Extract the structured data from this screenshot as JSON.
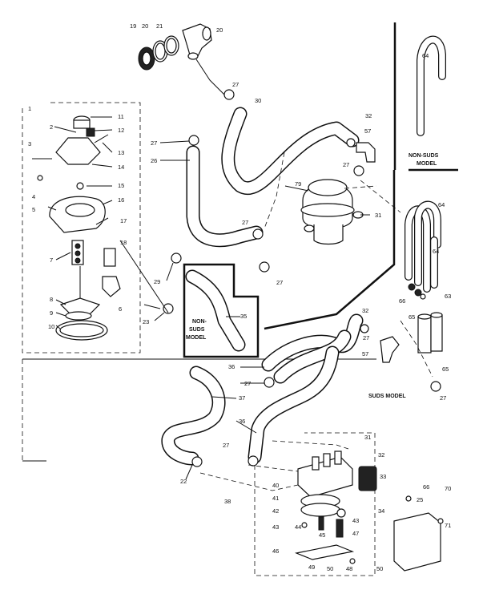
{
  "labels": {
    "n1": "1",
    "n2": "2",
    "n3": "3",
    "n4": "4",
    "n5": "5",
    "n6": "6",
    "n7": "7",
    "n8": "8",
    "n9": "9",
    "n10": "10",
    "n11": "11",
    "n12": "12",
    "n13": "13",
    "n14": "14",
    "n15": "15",
    "n16": "16",
    "n17": "17",
    "n18": "18",
    "n19": "19",
    "n20a": "20",
    "n20b": "20",
    "n21": "21",
    "n22": "22",
    "n23": "23",
    "n25": "25",
    "n26": "26",
    "n27a": "27",
    "n27b": "27",
    "n27c": "27",
    "n27d": "27",
    "n27e": "27",
    "n27f": "27",
    "n27g": "27",
    "n27h": "27",
    "n27i": "27",
    "n29": "29",
    "n30": "30",
    "n31a": "31",
    "n31b": "31",
    "n32a": "32",
    "n32b": "32",
    "n32c": "32",
    "n33": "33",
    "n34": "34",
    "n35": "35",
    "n36a": "36",
    "n36b": "36",
    "n37": "37",
    "n38": "38",
    "n40": "40",
    "n41": "41",
    "n42": "42",
    "n43a": "43",
    "n43b": "43",
    "n44": "44",
    "n45": "45",
    "n46": "46",
    "n47": "47",
    "n48": "48",
    "n49": "49",
    "n50a": "50",
    "n50b": "50",
    "n57a": "57",
    "n57b": "57",
    "n63": "63",
    "n64a": "64",
    "n64b": "64",
    "n64c": "64",
    "n65a": "65",
    "n65b": "65",
    "n66a": "66",
    "n66b": "66",
    "n70": "70",
    "n71": "71",
    "n79": "79"
  },
  "models": {
    "non_suds_top_1": "NON-SUDS",
    "non_suds_top_2": "MODEL",
    "non_suds_mid_1": "NON-",
    "non_suds_mid_2": "SUDS",
    "non_suds_mid_3": "MODEL",
    "suds_model": "SUDS MODEL"
  }
}
